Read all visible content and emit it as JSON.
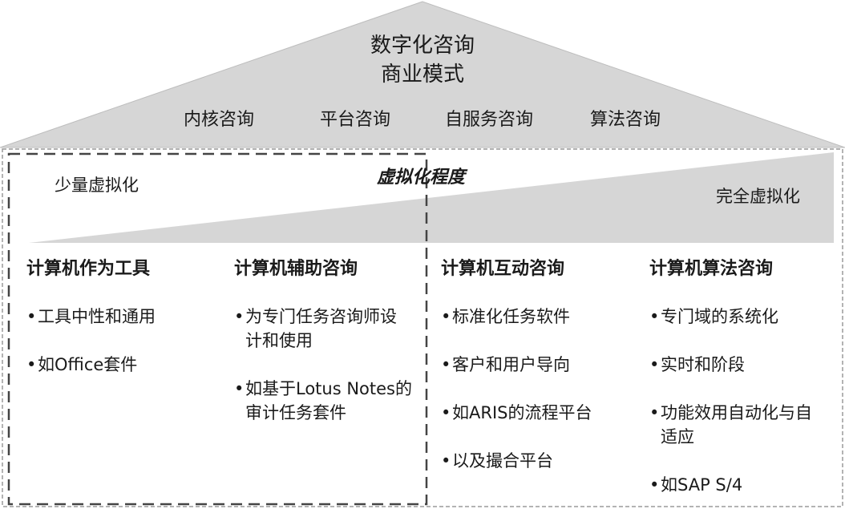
{
  "roof": {
    "title_line1": "数字化咨询",
    "title_line2": "商业模式",
    "levels": [
      "内核咨询",
      "平台咨询",
      "自服务咨询",
      "算法咨询"
    ]
  },
  "virtualization": {
    "label": "虚拟化程度",
    "low": "少量虚拟化",
    "high": "完全虚拟化"
  },
  "columns": [
    {
      "heading": "计算机作为工具",
      "items": [
        "工具中性和通用",
        "如Office套件"
      ]
    },
    {
      "heading": "计算机辅助咨询",
      "items": [
        "为专门任务咨询师设计和使用",
        "如基于Lotus Notes的审计任务套件"
      ]
    },
    {
      "heading": "计算机互动咨询",
      "items": [
        "标准化任务软件",
        "客户和用户导向",
        "如ARIS的流程平台",
        "以及撮合平台"
      ]
    },
    {
      "heading": "计算机算法咨询",
      "items": [
        "专门域的系统化",
        "实时和阶段",
        "功能效用自动化与自适应",
        "如SAP S/4"
      ]
    }
  ],
  "colors": {
    "fill": "#d6d6d6",
    "border": "#9a9a9a",
    "dashed_box": "#444444"
  }
}
